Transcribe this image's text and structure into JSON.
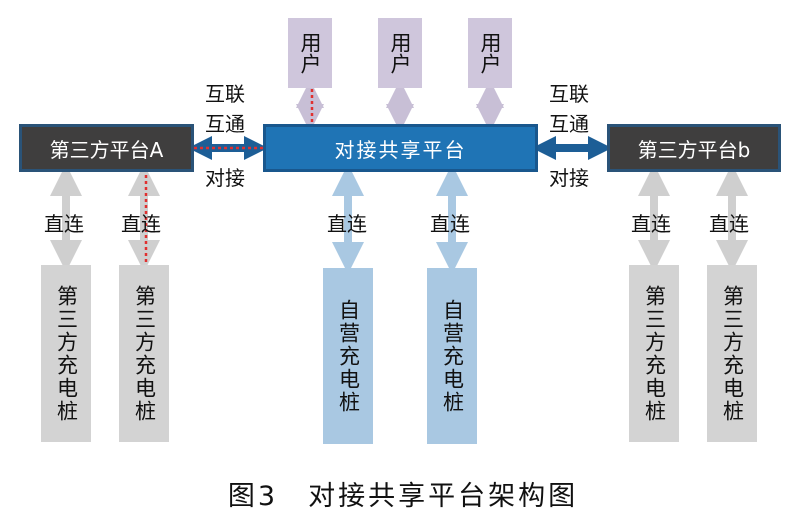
{
  "diagram": {
    "central_platform": "对接共享平台",
    "platform_a": "第三方平台A",
    "platform_b": "第三方平台b",
    "users": [
      "用户",
      "用户",
      "用户"
    ],
    "link_labels": {
      "left_top_1": "互联",
      "left_top_2": "互通",
      "left_bottom": "对接",
      "right_top_1": "互联",
      "right_top_2": "互通",
      "right_bottom": "对接"
    },
    "direct_label": "直连",
    "piles": {
      "left": [
        "第三方充电桩",
        "第三方充电桩"
      ],
      "center": [
        "自营充电桩",
        "自营充电桩"
      ],
      "right": [
        "第三方充电桩",
        "第三方充电桩"
      ]
    },
    "colors": {
      "central": "#1f74b5",
      "platform_dark": "#3f3e3e",
      "user": "#cfc6dc",
      "pile_gray": "#d3d3d3",
      "pile_blue": "#a9c8e2",
      "flow_red": "#e03030"
    }
  },
  "caption": "图3　对接共享平台架构图"
}
